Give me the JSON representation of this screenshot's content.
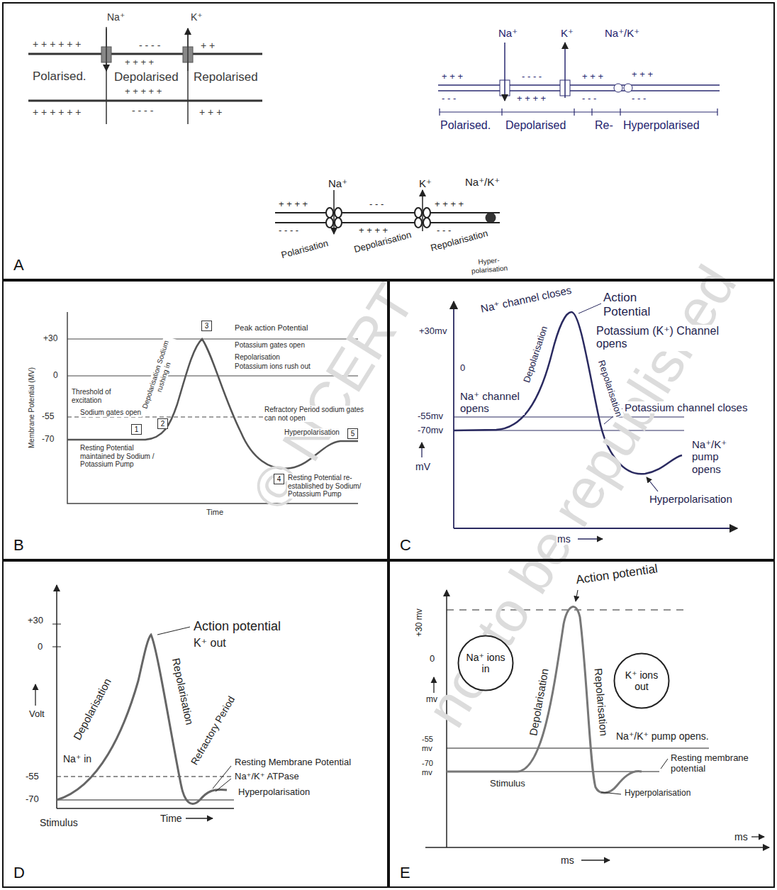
{
  "diagram": {
    "nodes": [
      {
        "text": [
          "A"
        ]
      },
      {
        "text": [
          "B"
        ]
      },
      {
        "text": [
          "1"
        ],
        "in": 1
      },
      {
        "text": [
          "2"
        ],
        "in": 1
      },
      {
        "text": [
          "3"
        ],
        "in": 1
      },
      {
        "text": [
          "4"
        ],
        "in": 1
      },
      {
        "text": [
          "5"
        ],
        "in": 1
      },
      {
        "text": [
          "C"
        ]
      },
      {
        "text": [
          "D"
        ]
      },
      {
        "text": [
          "E"
        ]
      },
      {
        "text": [
          "Na⁺ ions in"
        ],
        "in": 9
      },
      {
        "text": [
          "K⁺ ions out"
        ],
        "in": 9
      }
    ],
    "labels": [
      "Na⁺",
      "K⁺",
      "+ + + + + +",
      "- - - -",
      "+ +",
      "Polarised.",
      "+ + + +",
      "Depolarised",
      "+ + + + +",
      "Repolarised",
      "+ + + + + +",
      "- - - -",
      "+ + +",
      "Na⁺",
      "K⁺",
      "Na⁺/K⁺",
      "+ + +",
      "- - - -",
      "+ + +",
      "+ + +",
      "- - -",
      "+ + + +",
      "- - -",
      "- - -",
      "Polarised.",
      "Depolarised",
      "Re-",
      "Hyperpolarised",
      "Na⁺",
      "K⁺",
      "Na⁺/K⁺",
      "+ + + +",
      "- - -",
      "+ + + +",
      "- - - -",
      "+ + + +",
      "- - -",
      "Polarisation",
      "Depolarisation",
      "Repolarisation",
      "Hyper- polarisation",
      "Membrane Potential (MV)",
      "+30",
      "0",
      "-55",
      "-70",
      "Peak action Potential",
      "Potassium gates open",
      "Repolarisation",
      "Potassium ions rush out",
      "Depolarisation Sodium rushing in",
      "Threshold of excitation",
      "Sodium gates open",
      "Resting Potential maintained by Sodium / Potassium Pump",
      "Refractory Period sodium gates can not open",
      "Hyperpolarisation",
      "Resting Potential re-established by Sodium/ Potassium Pump",
      "Time",
      "+30mv",
      "0",
      "-55mv",
      "-70mv",
      "mV",
      "Na⁺ channel closes",
      "Action Potential",
      "Potassium (K⁺) Channel opens",
      "Depolarisation",
      "Repolarisation",
      "Na⁺ channel opens",
      "Potassium channel closes",
      "Na⁺/K⁺ pump opens",
      "Hyperpolarisation",
      "ms",
      "+30",
      "0",
      "-55",
      "-70",
      "Volt",
      "Action potential",
      "K⁺ out",
      "Repolarisation",
      "Depolarisation",
      "Na⁺ in",
      "Refractory Period",
      "Resting Membrane Potential",
      "Na⁺/K⁺ ATPase",
      "Hyperpolarisation",
      "Stimulus",
      "Time",
      "+30 mv",
      "0",
      "-55 mv",
      "-70 mv",
      "mv",
      "ms",
      "ms",
      "Action potential",
      "Depolarisation",
      "Repolarisation",
      "Na⁺/K⁺ pump opens.",
      "Resting membrane potential",
      "Hyperpolarisation",
      "Stimulus",
      "© NCERT",
      "not to be republished"
    ]
  }
}
